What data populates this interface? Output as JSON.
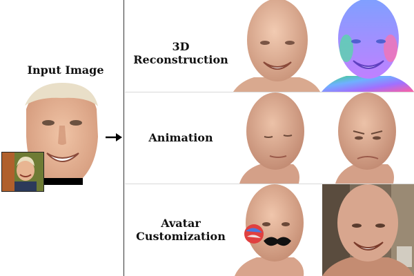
{
  "input": {
    "label": "Input Image"
  },
  "sections": [
    {
      "id": "reconstruction",
      "label": "3D Reconstruction"
    },
    {
      "id": "animation",
      "label": "Animation"
    },
    {
      "id": "customization",
      "label_line1": "Avatar",
      "label_line2": "Customization"
    }
  ],
  "icons": {
    "arrow": "right-arrow-icon"
  }
}
